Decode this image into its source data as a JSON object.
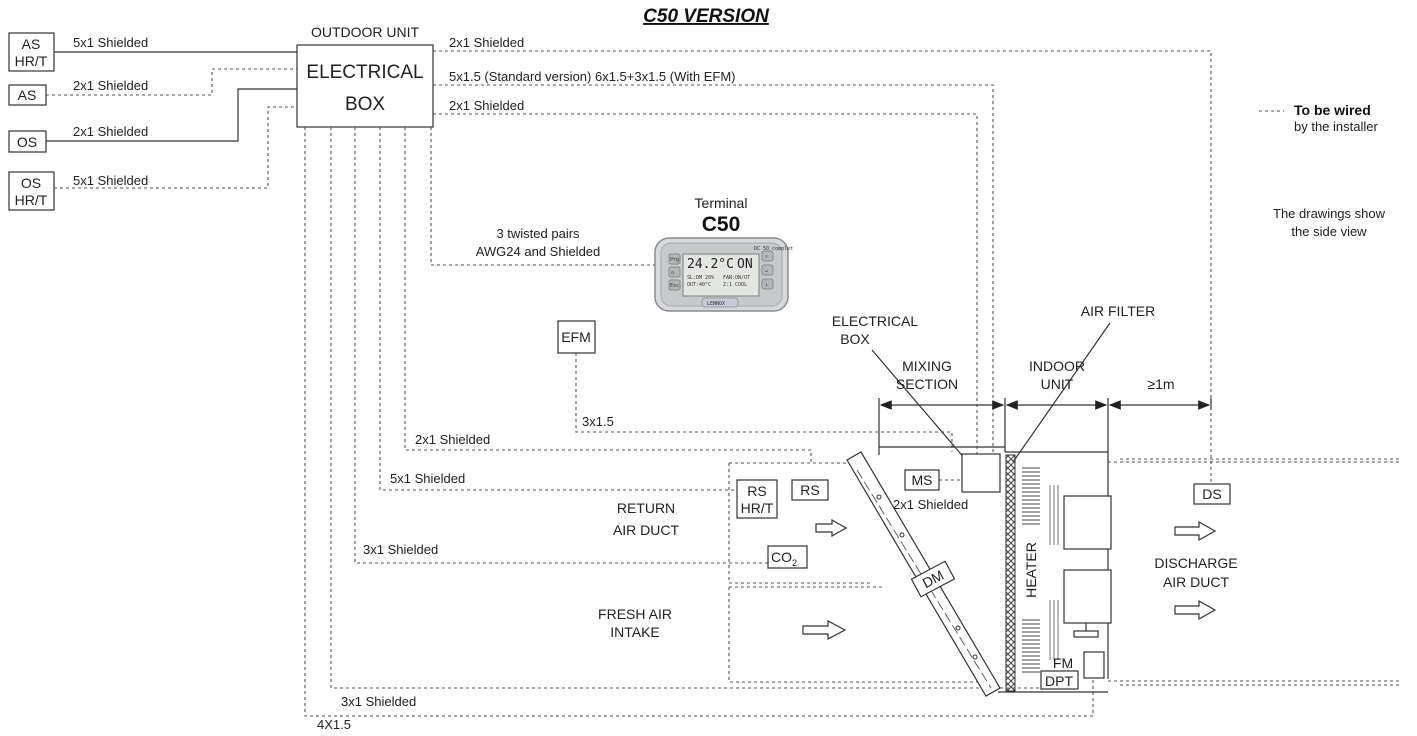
{
  "title": "C50 VERSION",
  "outdoor_unit": {
    "label": "OUTDOOR UNIT",
    "box_line1": "ELECTRICAL",
    "box_line2": "BOX"
  },
  "left_sensors": {
    "as_hrt_1": "AS",
    "as_hrt_2": "HR/T",
    "as": "AS",
    "os": "OS",
    "os_hrt_1": "OS",
    "os_hrt_2": "HR/T"
  },
  "cables": {
    "as_hrt": "5x1 Shielded",
    "as": "2x1 Shielded",
    "os": "2x1 Shielded",
    "os_hrt": "5x1 Shielded",
    "top1": "2x1 Shielded",
    "power": "5x1.5 (Standard version) 6x1.5+3x1.5 (With EFM)",
    "top3": "2x1 Shielded",
    "terminal_1": "3 twisted pairs",
    "terminal_2": "AWG24 and Shielded",
    "efm": "3x1.5",
    "rs": "2x1 Shielded",
    "rs_hrt": "5x1 Shielded",
    "ms": "2x1 Shielded",
    "co2": "3x1 Shielded",
    "fm": "3x1 Shielded",
    "dpt": "4X1.5"
  },
  "terminal": {
    "label": "Terminal",
    "model": "C50",
    "display": {
      "temp": "24.2°C",
      "state": "ON",
      "l2": "SL:DM 20%",
      "l2b": "FAN:ON/OT",
      "l3": "OUT:40°C",
      "l3b": "Z:1 COOL"
    },
    "buttons": [
      "Prg",
      "◷",
      "Esc"
    ],
    "right_buttons": [
      "↑",
      "↵",
      "↓"
    ],
    "logo": "LENNOX",
    "header": "DC 50 complet"
  },
  "components": {
    "efm": "EFM",
    "rs_hrt_1": "RS",
    "rs_hrt_2": "HR/T",
    "rs": "RS",
    "ms": "MS",
    "co2": "CO",
    "co2_sub": "2",
    "dm": "DM",
    "ds": "DS",
    "fm": "FM",
    "dpt": "DPT",
    "heater": "HEATER"
  },
  "labels": {
    "electrical_box_1": "ELECTRICAL",
    "electrical_box_2": "BOX",
    "air_filter": "AIR FILTER",
    "mixing_1": "MIXING",
    "mixing_2": "SECTION",
    "indoor_1": "INDOOR",
    "indoor_2": "UNIT",
    "distance": "≥1m",
    "return_1": "RETURN",
    "return_2": "AIR DUCT",
    "fresh_1": "FRESH AIR",
    "fresh_2": "INTAKE",
    "discharge_1": "DISCHARGE",
    "discharge_2": "AIR DUCT"
  },
  "legend": {
    "wired_1": "To be wired",
    "wired_2": "by the installer",
    "note_1": "The drawings show",
    "note_2": "the side view"
  }
}
